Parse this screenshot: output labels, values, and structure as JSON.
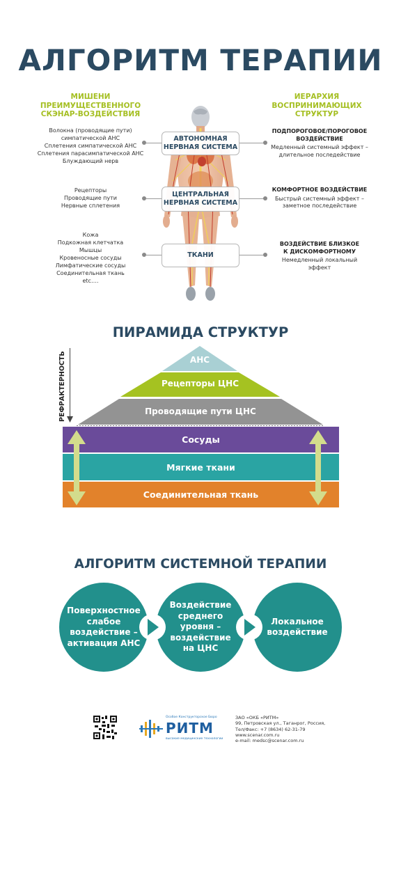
{
  "title": "АЛГОРИТМ ТЕРАПИИ",
  "targets": {
    "title_lines": [
      "МИШЕНИ",
      "ПРЕИМУЩЕСТВЕННОГО",
      "СКЭНАР-ВОЗДЕЙСТВИЯ"
    ],
    "groups": [
      [
        "Волокна (проводящие пути)",
        "симпатической АНС",
        "Сплетения симпатической АНС",
        "Сплетения парасимпатической АНС",
        "Блуждающий нерв"
      ],
      [
        "Рецепторы",
        "Проводящие пути",
        "Нервные сплетения"
      ],
      [
        "Кожа",
        "Подкожная клетчатка",
        "Мышцы",
        "Кровеносные сосуды",
        "Лимфатические сосуды",
        "Соединительная ткань",
        "etc…."
      ]
    ]
  },
  "hierarchy": {
    "title_lines": [
      "ИЕРАРХИЯ",
      "ВОСПРИНИМАЮЩИХ",
      "СТРУКТУР"
    ],
    "items": [
      {
        "head": [
          "ПОДПОРОГОВОЕ/ПОРОГОВОЕ",
          "ВОЗДЕЙСТВИЕ"
        ],
        "desc": [
          "Медленный системный эффект –",
          "длительное последействие"
        ]
      },
      {
        "head": [
          "КОМФОРТНОЕ ВОЗДЕЙСТВИЕ"
        ],
        "desc": [
          "Быстрый системный эффект –",
          "заметное последействие"
        ]
      },
      {
        "head": [
          "ВОЗДЕЙСТВИЕ БЛИЗКОЕ",
          "К ДИСКОМФОРТНОМУ"
        ],
        "desc": [
          "Немедленный локальный",
          "эффект"
        ]
      }
    ]
  },
  "nodes": [
    [
      "АВТОНОМНАЯ",
      "НЕРВНАЯ СИСТЕМА"
    ],
    [
      "ЦЕНТРАЛЬНАЯ",
      "НЕРВНАЯ СИСТЕМА"
    ],
    [
      "ТКАНИ"
    ]
  ],
  "pyramid": {
    "title": "ПИРАМИДА СТРУКТУР",
    "axis_label": "РЕФРАКТЕРНОСТЬ",
    "tiers": [
      "АНС",
      "Рецепторы ЦНС",
      "Проводящие пути ЦНС"
    ],
    "layers": [
      "Сосуды",
      "Мягкие ткани",
      "Соединительная ткань"
    ],
    "colors": {
      "ans": "#a9d0d4",
      "receptors": "#a5c221",
      "paths": "#939393",
      "vessels": "#6a4b9a",
      "soft": "#2aa4a3",
      "connective": "#e2822b",
      "arrow": "#d3dc8c"
    }
  },
  "algorithm": {
    "title": "АЛГОРИТМ СИСТЕМНОЙ ТЕРАПИИ",
    "steps": [
      [
        "Поверхностное",
        "слабое",
        "воздействие –",
        "активация АНС"
      ],
      [
        "Воздействие",
        "среднего",
        "уровня –",
        "воздействие",
        "на ЦНС"
      ],
      [
        "Локальное",
        "воздействие"
      ]
    ],
    "color": "#22908c"
  },
  "footer": {
    "logo_small": "Особое Конструкторское Бюро",
    "logo_name": "РИТМ",
    "logo_tagline": "высокие медицинские технологии",
    "address": [
      "ЗАО «ОКБ «РИТМ»",
      "99, Петровская ул., Таганрог, Россия,",
      "Тел/Факс: +7 (8634) 62-31-79",
      "www.scenar.com.ru",
      "e-mail: medsc@scenar.com.ru"
    ]
  }
}
